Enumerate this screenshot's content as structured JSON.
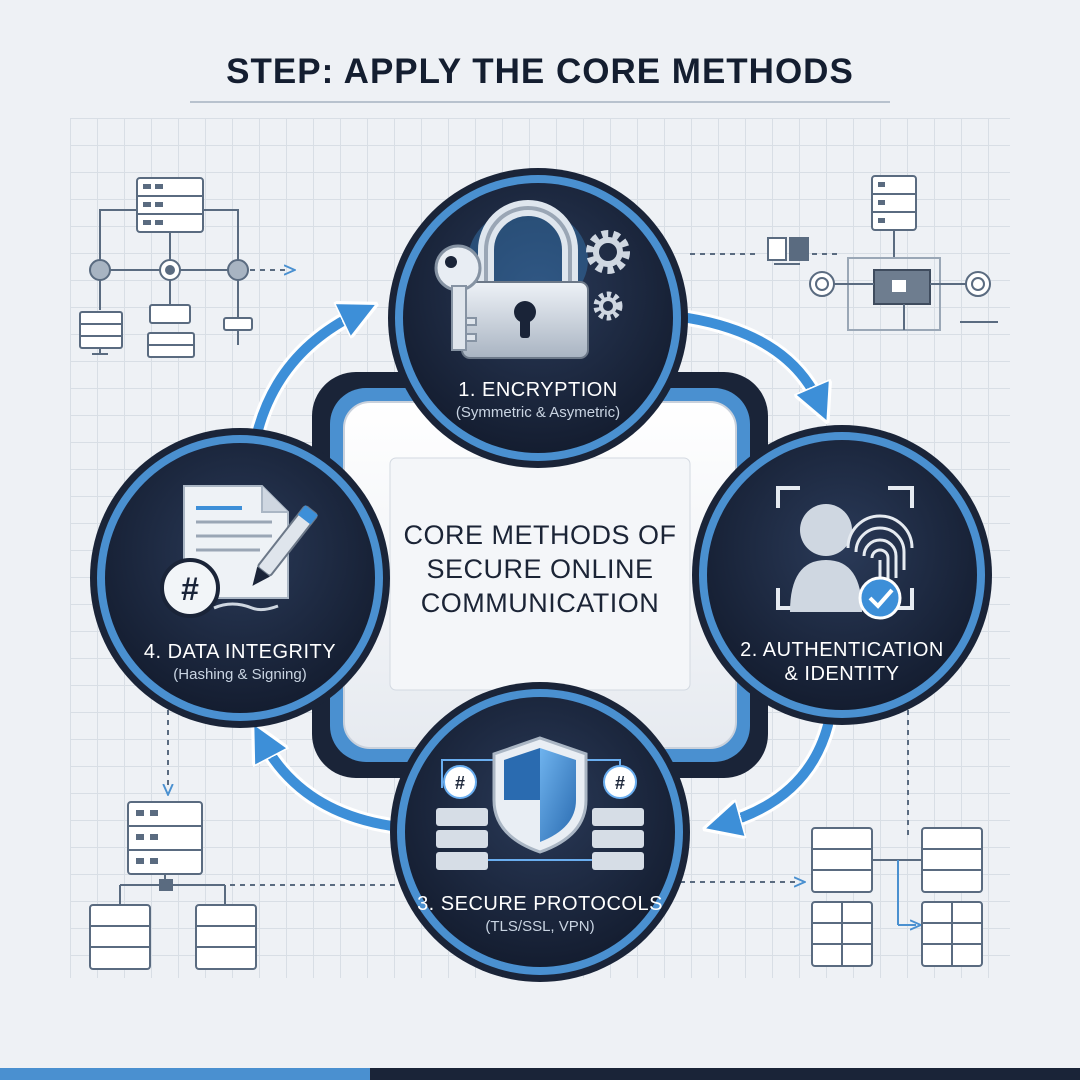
{
  "title": "STEP: APPLY THE CORE METHODS",
  "center": {
    "line1": "CORE METHODS OF",
    "line2": "SECURE ONLINE",
    "line3": "COMMUNICATION"
  },
  "methods": [
    {
      "title": "1. ENCRYPTION",
      "subtitle": "(Symmetric & Asymetric)",
      "icon": "padlock-key-gear-icon"
    },
    {
      "title_line1": "2. AUTHENTICATION",
      "title_line2": "& IDENTITY",
      "icon": "fingerprint-user-icon"
    },
    {
      "title": "3. SECURE PROTOCOLS",
      "subtitle": "(TLS/SSL, VPN)",
      "icon": "shield-server-icon"
    },
    {
      "title": "4. DATA INTEGRITY",
      "subtitle": "(Hashing & Signing)",
      "icon": "document-hash-pen-icon"
    }
  ],
  "colors": {
    "navy": "#1a2438",
    "accent_blue": "#3d8fd8",
    "ring": "#2f6fb0",
    "background": "#eef1f5"
  }
}
